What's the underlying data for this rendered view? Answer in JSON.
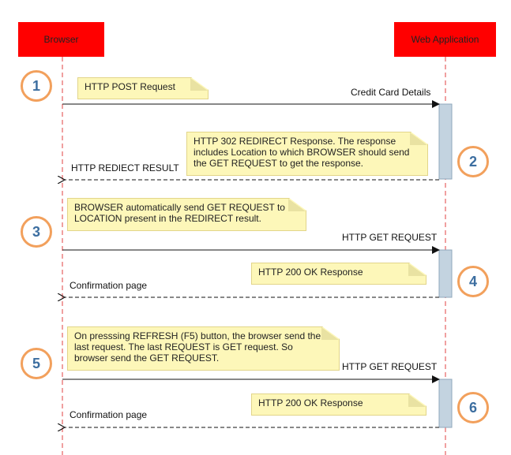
{
  "actors": {
    "browser": "Browser",
    "webapp": "Web Application"
  },
  "messages": {
    "m1": "Credit Card Details",
    "m2": "HTTP REDIECT RESULT",
    "m3": "HTTP GET REQUEST",
    "m4": "Confirmation page",
    "m5": "HTTP GET REQUEST",
    "m6": "Confirmation page"
  },
  "notes": {
    "n1": "HTTP POST Request",
    "n2": "HTTP 302 REDIRECT Response. The response\nincludes Location to which BROWSER should send\nthe GET REQUEST to get the response.",
    "n3": "BROWSER automatically send GET REQUEST to\nLOCATION present in the REDIRECT result.",
    "n4": "HTTP 200 OK Response",
    "n5": "On presssing REFRESH (F5) button, the browser send the\nlast request. The last REQUEST is GET request. So\nbrowser send the GET REQUEST.",
    "n6": "HTTP 200 OK Response"
  },
  "badges": [
    "1",
    "2",
    "3",
    "4",
    "5",
    "6"
  ],
  "colors": {
    "actor_fill": "#ff0000",
    "lifeline": "#e04040",
    "activation": "#c3d3e0",
    "note_fill": "#fdf7b9",
    "badge_border": "#f2a05c",
    "badge_text": "#3c6ea0"
  }
}
